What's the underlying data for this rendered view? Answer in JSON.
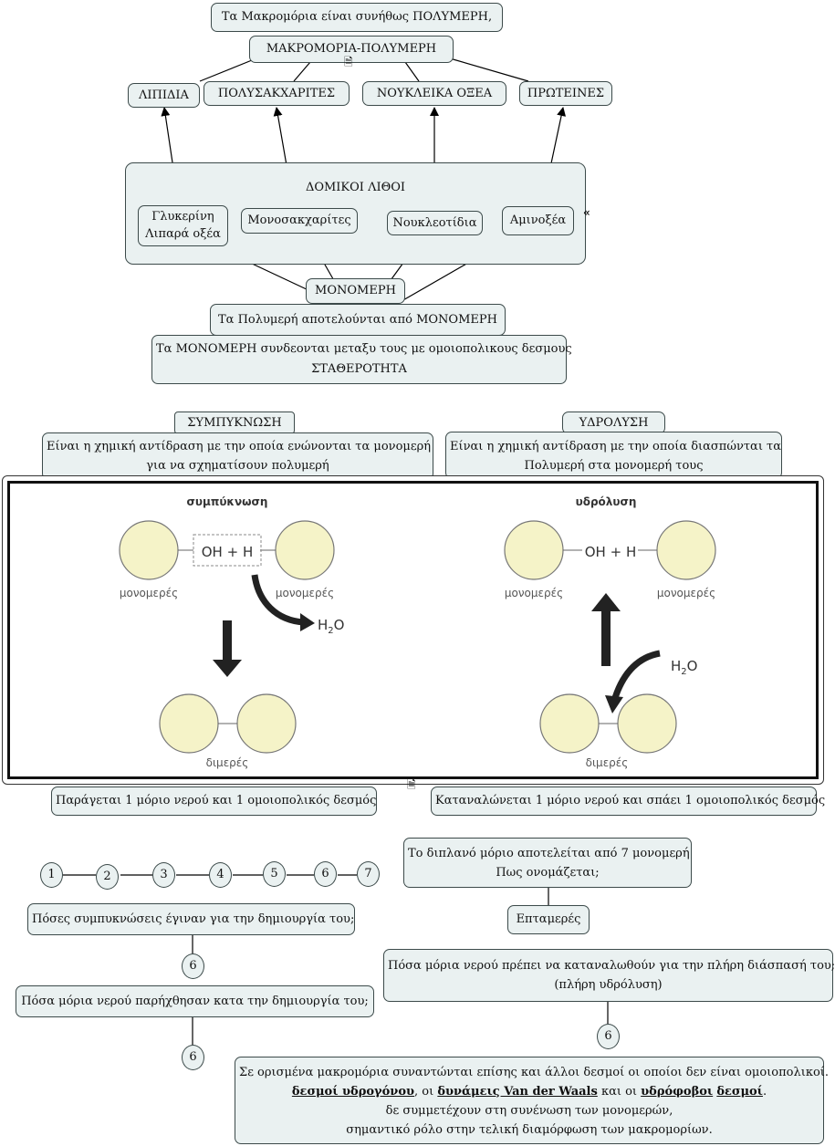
{
  "top": {
    "note": "Τα Μακρομόρια είναι συνήθως ΠΟΛΥΜΕΡΗ,",
    "root": "ΜΑΚΡΟΜΟΡΙΑ-ΠΟΛΥΜΕΡΗ",
    "classes": [
      "ΛΙΠΙΔΙΑ",
      "ΠΟΛΥΣΑΚΧΑΡΙΤΕΣ",
      "ΝΟΥΚΛΕΙΚΑ ΟΞΕΑ",
      "ΠΡΩΤΕΙΝΕΣ"
    ],
    "blocks_title": "ΔΟΜΙΚΟΙ ΛΙΘΟΙ",
    "blocks": [
      "Γλυκερίνη",
      "Λιπαρά οξέα",
      "Μονοσακχαρίτες",
      "Νουκλεοτίδια",
      "Αμινοξέα"
    ],
    "monomers": "ΜΟΝΟΜΕΡΗ",
    "made_of": "Τα Πολυμερή αποτελούνται από ΜΟΝΟΜΕΡΗ",
    "bonds_line1": "Τα ΜΟΝΟΜΕΡΗ συνδεονται μεταξυ τους με ομοιοπολικους δεσμους",
    "bonds_line2": "ΣΤΑΘΕΡΟΤΗΤΑ"
  },
  "reactions": {
    "left_title": "ΣΥΜΠΥΚΝΩΣΗ",
    "left_def_1": "Είναι η χημική αντίδραση με την οποία ενώνονται τα μονομερή",
    "left_def_2": "για να σχηματίσουν πολυμερή",
    "right_title": "ΥΔΡΟΛΥΣΗ",
    "right_def_1": "Είναι η χημική αντίδραση με την οποία διασπώνται τα",
    "right_def_2": "Πολυμερή στα μονομερή τους",
    "left_result": "Παράγεται 1 μόριο νερού και 1 ομοιοπολικός δεσμός",
    "right_result": "Καταναλώνεται 1 μόριο νερού και σπάει 1 ομοιοπολικός δεσμός"
  },
  "figure": {
    "cond_title": "συμπύκνωση",
    "hyd_title": "υδρόλυση",
    "monomer": "μονομερές",
    "dimer": "διμερές",
    "oh_h": "OH + H",
    "water": "H",
    "water_sub": "2",
    "water_o": "O"
  },
  "exercise": {
    "chain": [
      "1",
      "2",
      "3",
      "4",
      "5",
      "6",
      "7"
    ],
    "q_condensations": "Πόσες συμπυκνώσεις έγιναν για την δημιουργία του;",
    "a_condensations": "6",
    "q_water_produced": "Πόσα μόρια νερού παρήχθησαν κατα την δημιουργία του;",
    "a_water_produced": "6",
    "q_name_1": "Το διπλανό μόριο αποτελείται από 7 μονομερή",
    "q_name_2": "Πως ονομάζεται;",
    "a_name": "Επταμερές",
    "q_water_consumed_1": "Πόσα μόρια νερού πρέπει να καταναλωθούν για την πλήρη διάσπασή του;",
    "q_water_consumed_2": "(πλήρη υδρόλυση)",
    "a_water_consumed": "6"
  },
  "footnote": {
    "line1": "Σε ορισμένα μακρομόρια συναντώνται επίσης και άλλοι δεσμοί οι οποίοι δεν είναι ομοιοπολικοί.",
    "b1": "δεσμοί υδρογόνου",
    "sep1": ", οι ",
    "b2": "δυνάμεις Van der Waals",
    "sep2": " και οι ",
    "b3": "υδρόφοβοι",
    "sep3": " ",
    "b4": "δεσμοί",
    "end": ".",
    "line3": "δε συμμετέχουν στη συνένωση των μονομερών,",
    "line4": "σημαντικό ρόλο στην τελική διαμόρφωση των μακρομορίων."
  }
}
